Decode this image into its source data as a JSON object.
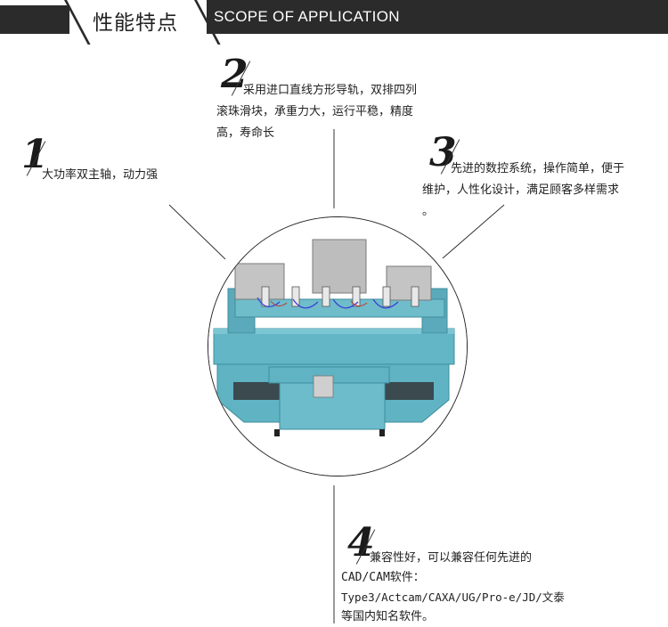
{
  "header": {
    "title_cn": "性能特点",
    "title_en": "SCOPE OF APPLICATION"
  },
  "features": [
    {
      "number": "1",
      "lines": [
        "大功率双主轴，动力强"
      ]
    },
    {
      "number": "2",
      "lines": [
        "采用进口直线方形导轨，双排四列",
        "滚珠滑块，承重力大，运行平稳，精度",
        "高，寿命长"
      ]
    },
    {
      "number": "3",
      "lines": [
        "先进的数控系统，操作简单，便于",
        "维护，人性化设计，满足顾客多样需求",
        "。"
      ]
    },
    {
      "number": "4",
      "lines": [
        "兼容性好，可以兼容任何先进的",
        "CAD/CAM软件：",
        "Type3/Actcam/CAXA/UG/Pro-e/JD/文泰",
        "等国内知名软件。"
      ]
    }
  ],
  "colors": {
    "header_dark": "#2b2b2b",
    "machine_body": "#5fb3c3",
    "machine_panel": "#bdbdbd"
  }
}
